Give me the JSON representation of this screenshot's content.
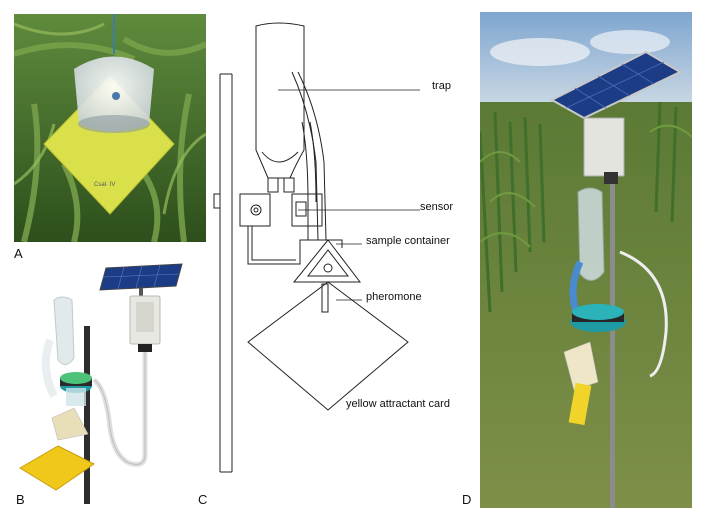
{
  "panels": {
    "a": {
      "letter": "A"
    },
    "b": {
      "letter": "B"
    },
    "c": {
      "letter": "C"
    },
    "d": {
      "letter": "D"
    }
  },
  "schematic": {
    "labels": {
      "trap": "trap",
      "sensor": "sensor",
      "sample_container": "sample container",
      "pheromone": "pheromone",
      "yellow_card": "yellow attractant card"
    }
  },
  "colors": {
    "sticky_card": "#d9e04a",
    "render_card": "#f0c81a",
    "foliage": "#3f6f2a",
    "sky": "#a9c6df",
    "pcb_teal": "#1f9aa3",
    "solar_panel": "#1c3c86"
  },
  "icons": [
    "corn-field-photo",
    "trap-render",
    "trap-schematic",
    "solar-panel",
    "sensor-box"
  ]
}
